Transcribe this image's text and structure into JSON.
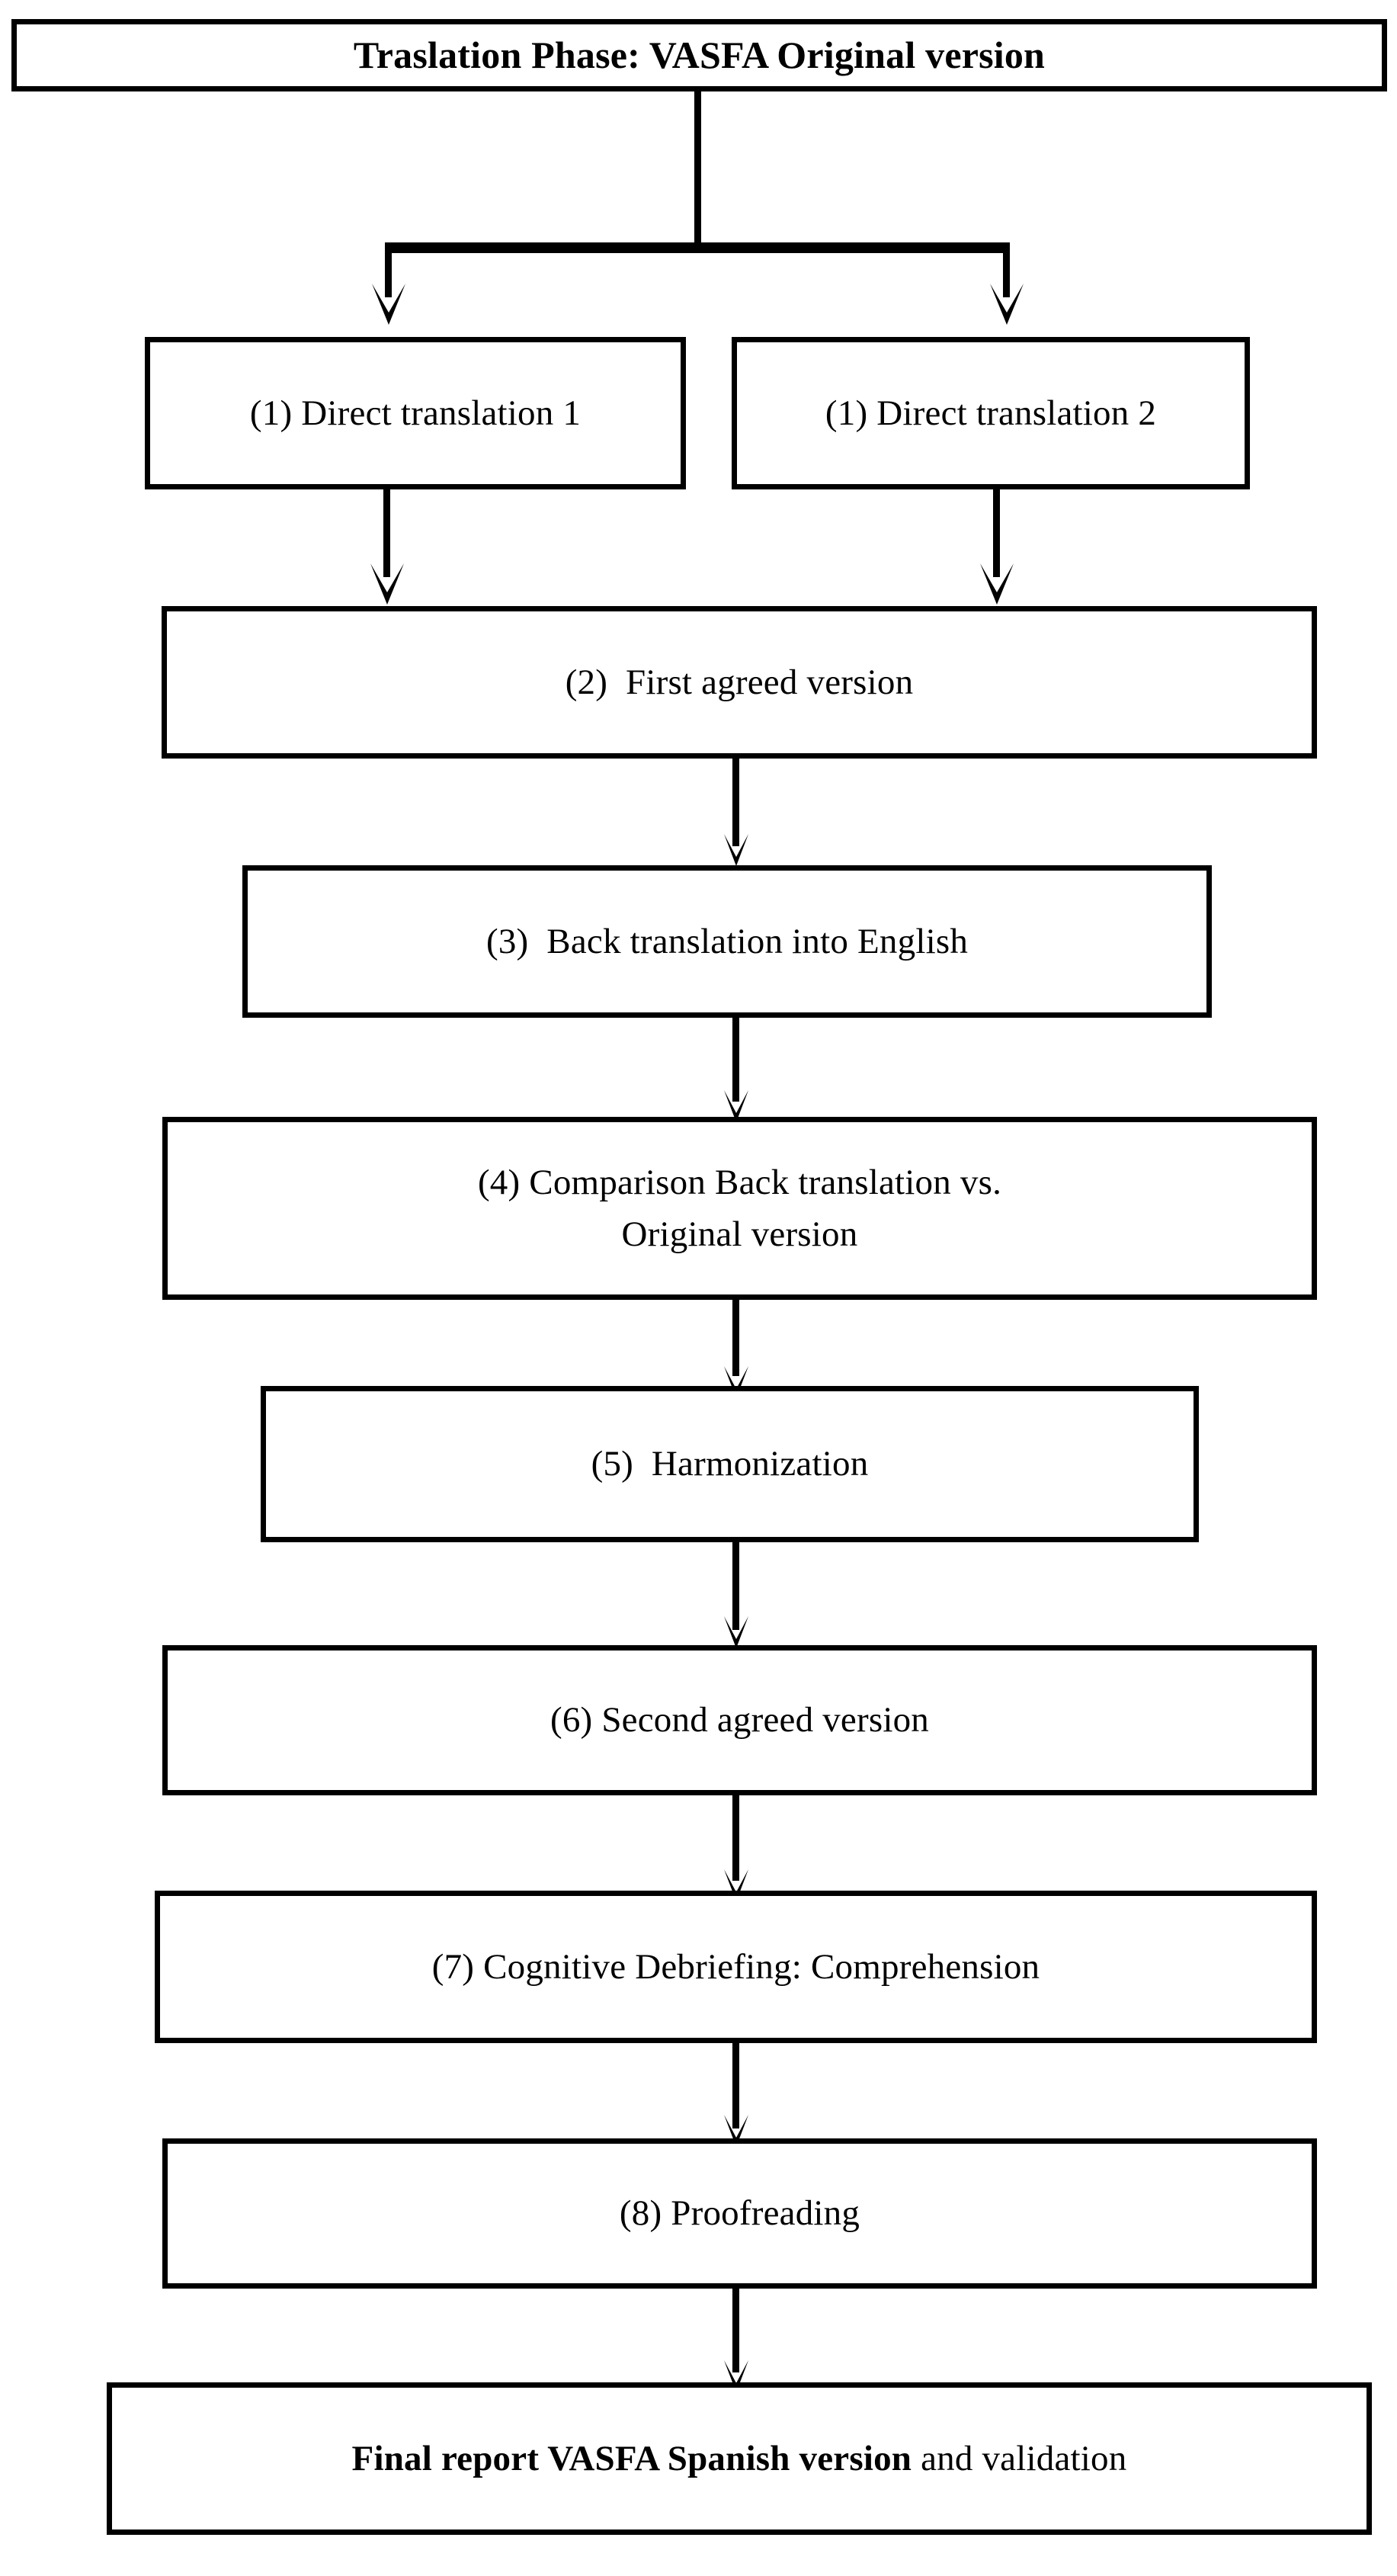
{
  "diagram": {
    "title_box": {
      "label": "Traslation Phase: VASFA Original version",
      "bold": true
    },
    "nodes": [
      {
        "id": "step1a",
        "label": "(1) Direct translation 1"
      },
      {
        "id": "step1b",
        "label": "(1) Direct translation 2"
      },
      {
        "id": "step2",
        "label": "(2)  First agreed version"
      },
      {
        "id": "step3",
        "label": "(3)  Back translation into English"
      },
      {
        "id": "step4_line1",
        "label": "(4) Comparison Back translation vs."
      },
      {
        "id": "step4_line2",
        "label": "Original version"
      },
      {
        "id": "step5",
        "label": "(5)  Harmonization"
      },
      {
        "id": "step6",
        "label": "(6) Second agreed version"
      },
      {
        "id": "step7",
        "label": "(7) Cognitive Debriefing: Comprehension"
      },
      {
        "id": "step8",
        "label": "(8) Proofreading"
      }
    ],
    "final_box": {
      "bold_part": "Final report VASFA Spanish version",
      "normal_part": " and validation"
    },
    "colors": {
      "line": "#000000",
      "box_fill": "#ffffff",
      "text": "#000000"
    }
  }
}
